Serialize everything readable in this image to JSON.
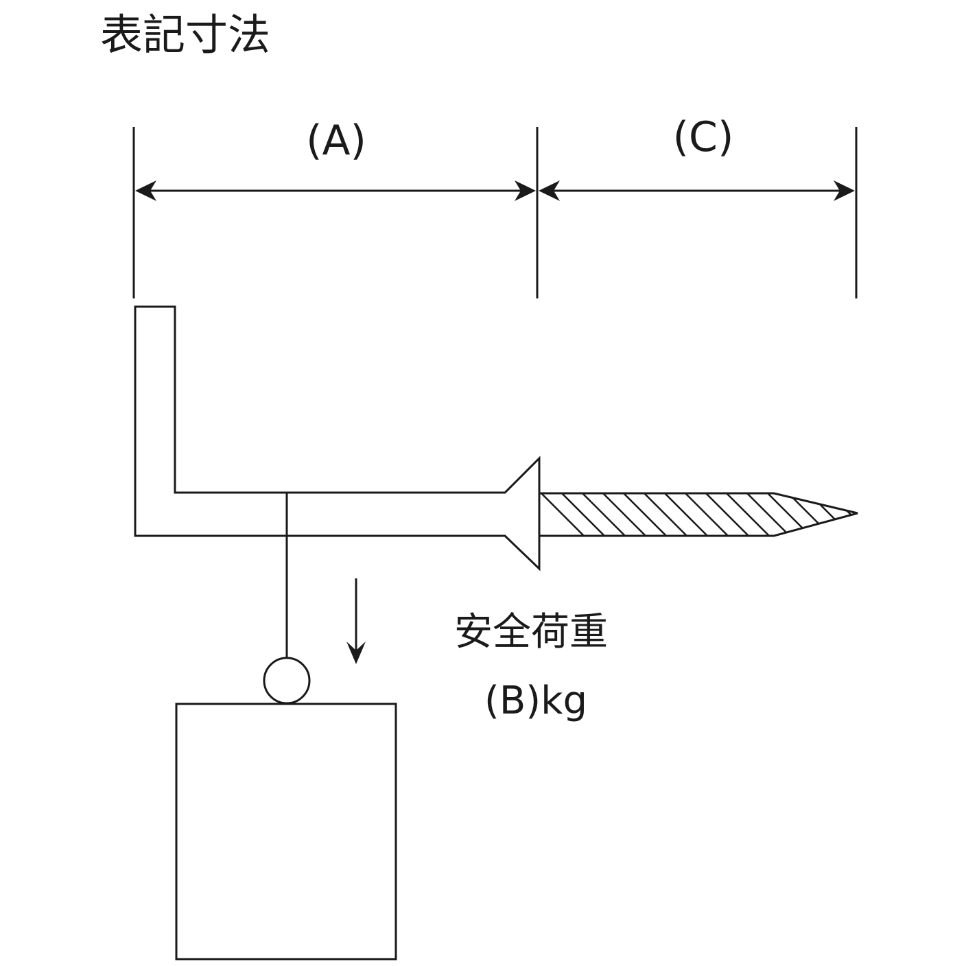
{
  "title": "表記寸法",
  "dimensions": {
    "a_label": "(A)",
    "c_label": "(C)"
  },
  "load": {
    "line1": "安全荷重",
    "line2": "(B)kg"
  },
  "colors": {
    "stroke": "#1a1a1a",
    "background": "#ffffff"
  }
}
